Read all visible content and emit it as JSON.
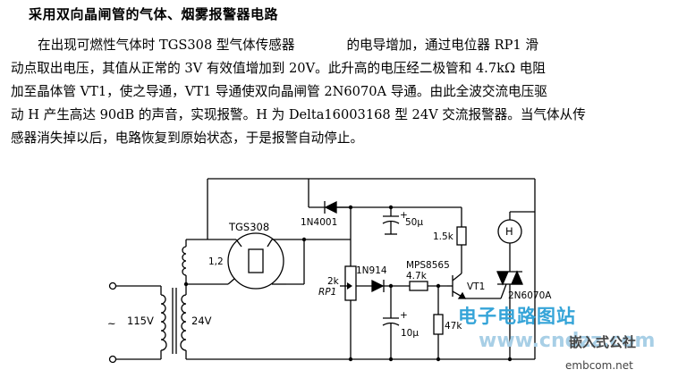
{
  "title": "采用双向晶闸管的气体、烟雾报警器电路",
  "paragraph": {
    "line1_a": "在出现可燃性气体时 TGS308 型气体传感器",
    "line1_b": "的电导增加，通过电位器 RP1 滑",
    "line2": "动点取出电压，其值从正常的 3V 有效值增加到 20V。此升高的电压经二极管和 4.7kΩ 电阻",
    "line3": "加至晶体管 VT1，使之导通，VT1 导通使双向晶闸管 2N6070A 导通。由此全波交流电压驱",
    "line4": "动 H 产生高达 90dB 的声音，实现报警。H 为 Delta16003168 型 24V 交流报警器。当气体从传",
    "line5": "感器消失掉以后，电路恢复到原始状态，于是报警自动停止。"
  },
  "circuit": {
    "sensor_label": "TGS308",
    "sensor_pins": "1,2",
    "diode1_label": "1N4001",
    "cap1_label": "50μ",
    "cap1_plus": "+",
    "r1_label": "1.5k",
    "horn_label": "H",
    "pot_value": "2k",
    "pot_label": "RP1",
    "diode2_label": "1N914",
    "transistor_type": "MPS8565",
    "r2_label": "4.7k",
    "vt_label": "VT1",
    "triac_label": "2N6070A",
    "cap2_label": "10μ",
    "cap2_plus": "+",
    "r3_label": "47k",
    "primary_voltage": "115V",
    "secondary_voltage": "24V",
    "input_marker": "~"
  },
  "watermark": {
    "site_cn": "电子电路图站",
    "site_url": "www.cndzz.com",
    "brand": "嵌入式公社",
    "brand_url": "embcom.net"
  }
}
